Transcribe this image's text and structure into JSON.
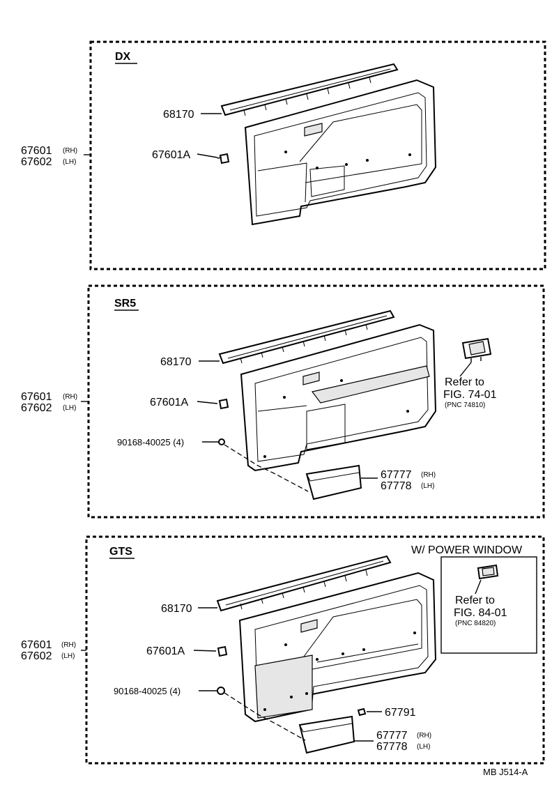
{
  "sections": {
    "dx": {
      "title": "DX",
      "labels": {
        "molding": "68170",
        "clip": "67601A",
        "panel_rh": "67601",
        "rh": "(RH)",
        "panel_lh": "67602",
        "lh": "(LH)"
      }
    },
    "sr5": {
      "title": "SR5",
      "labels": {
        "molding": "68170",
        "clip": "67601A",
        "screw": "90168-40025 (4)",
        "panel_rh": "67601",
        "rh": "(RH)",
        "panel_lh": "67602",
        "lh": "(LH)",
        "pocket_rh": "67777",
        "pocket_lh": "67778",
        "refer_to": "Refer to",
        "fig": "FIG. 74-01",
        "pnc": "(PNC 74810)"
      }
    },
    "gts": {
      "title": "GTS",
      "labels": {
        "molding": "68170",
        "clip": "67601A",
        "screw": "90168-40025 (4)",
        "panel_rh": "67601",
        "rh": "(RH)",
        "panel_lh": "67602",
        "lh": "(LH)",
        "pocket_rh": "67777",
        "pocket_lh": "67778",
        "cover": "67791",
        "power_window": "W/ POWER  WINDOW",
        "refer_to": "Refer to",
        "fig": "FIG. 84-01",
        "pnc": "(PNC 84820)"
      }
    }
  },
  "footer": {
    "code": "MB  J514-A"
  },
  "colors": {
    "ink": "#000000",
    "paper": "#ffffff",
    "fill": "#e6e6e6"
  }
}
